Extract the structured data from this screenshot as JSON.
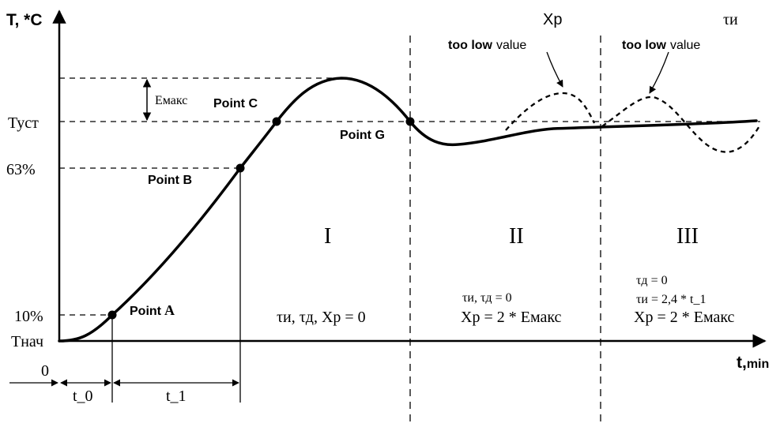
{
  "axes": {
    "y_label": "T, *C",
    "x_label": "t,",
    "x_unit": "min",
    "origin": "0"
  },
  "levels": {
    "t_set": "Туст",
    "p63": "63%",
    "p10": "10%",
    "t_start": "Тнач",
    "overshoot": "Eмакс"
  },
  "points": {
    "a_word": "Point",
    "a_letter": "A",
    "b": "Point B",
    "c": "Point C",
    "g": "Point G"
  },
  "intervals": {
    "t0": "t_0",
    "t1": "t_1"
  },
  "regions": {
    "r1": {
      "numeral": "I",
      "params": "τи, τд, Xp = 0"
    },
    "r2": {
      "numeral": "II",
      "params_1": "τи, τд = 0",
      "params_2": "Xp = 2 * Eмакс",
      "header": "Xp",
      "note_strong": "too low",
      "note_rest": "value"
    },
    "r3": {
      "numeral": "III",
      "params_1": "τд = 0",
      "params_2": "τи = 2,4 * t_1",
      "params_3": "Xp = 2 * Eмакс",
      "header": "τи",
      "note_strong": "too low",
      "note_rest": "value"
    }
  }
}
